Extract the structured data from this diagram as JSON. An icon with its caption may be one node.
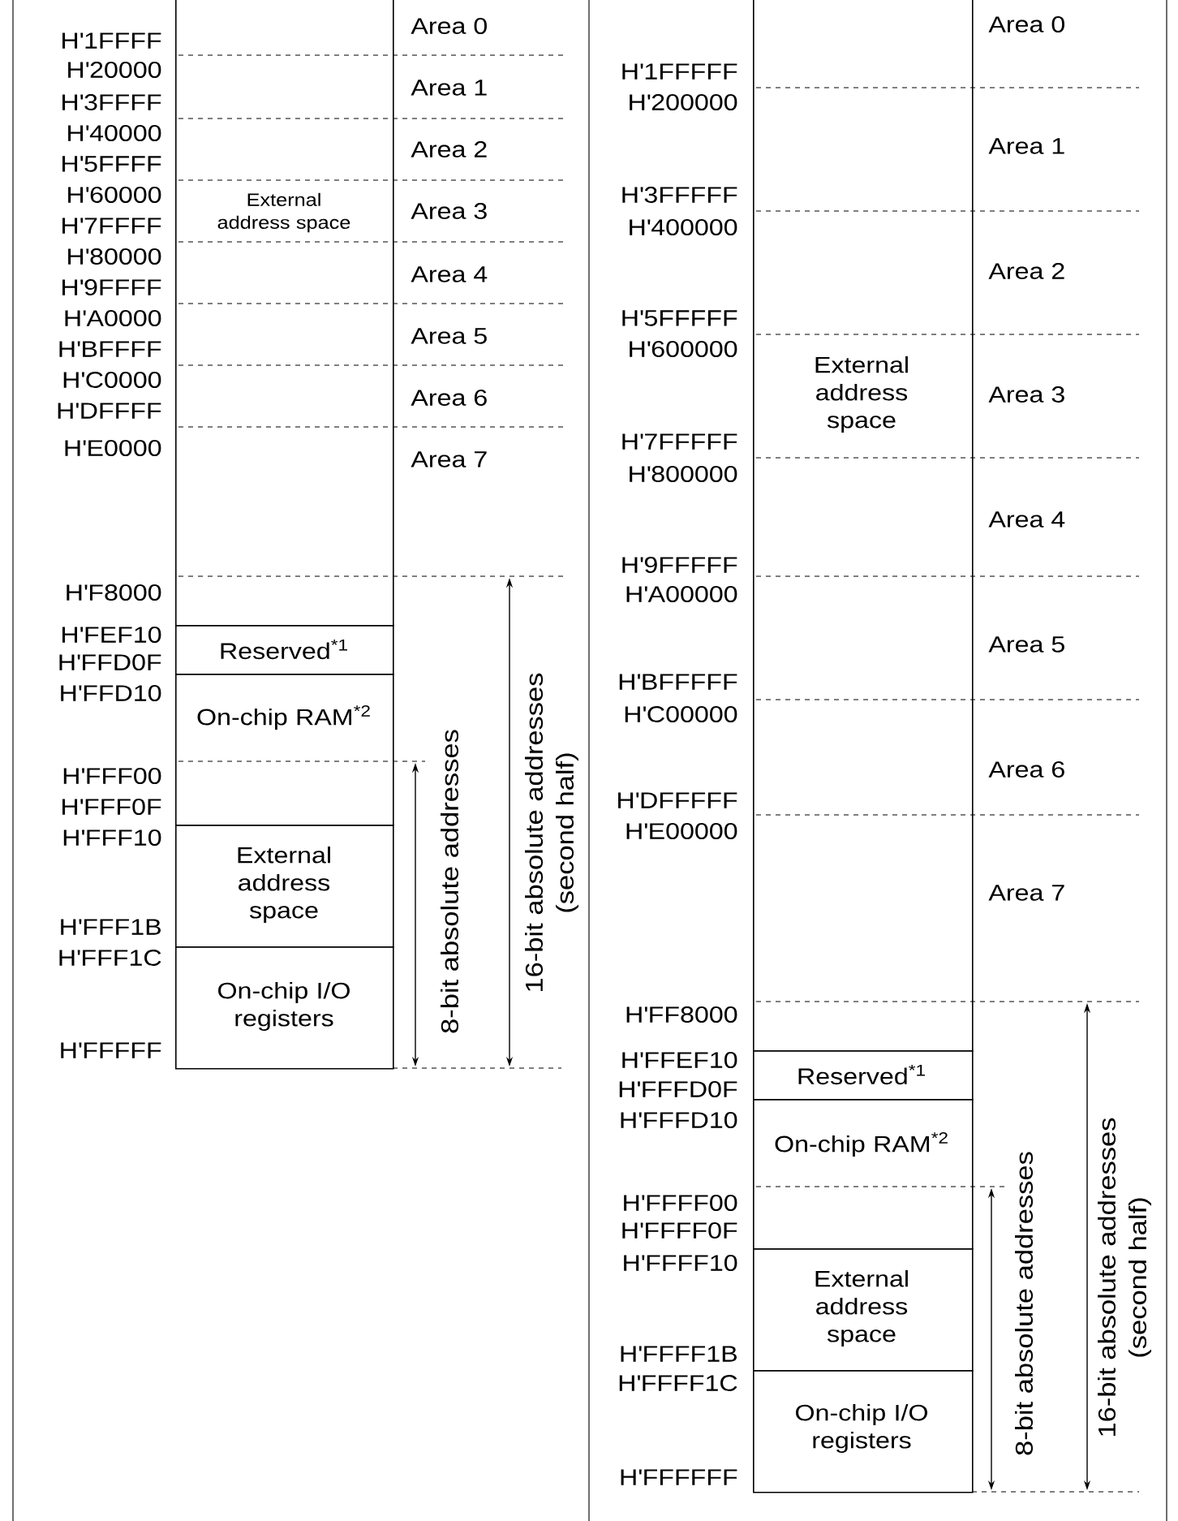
{
  "diagram": {
    "nodes": [
      {
        "text": [
          "External address space"
        ]
      },
      {
        "text": [
          "Reserved$^{*1}$"
        ]
      },
      {
        "text": [
          "On-chip RAM$^{*2}$"
        ]
      },
      {
        "text": [
          "External address space"
        ]
      },
      {
        "text": [
          "On-chip I/O registers"
        ]
      },
      {
        "text": [
          "External address space"
        ]
      },
      {
        "text": [
          "Reserved$^{*1}$"
        ]
      },
      {
        "text": [
          "On-chip RAM$^{*2}$"
        ]
      },
      {
        "text": [
          "External address space"
        ]
      },
      {
        "text": [
          "On-chip I/O registers"
        ]
      }
    ],
    "labels": [
      "H'1FFFF",
      "H'20000",
      "H'3FFFF",
      "H'40000",
      "H'5FFFF",
      "H'60000",
      "H'7FFFF",
      "H'80000",
      "H'9FFFF",
      "H'A0000",
      "H'BFFFF",
      "H'C0000",
      "H'DFFFF",
      "H'E0000",
      "H'F8000",
      "H'FEF10",
      "H'FFD0F",
      "H'FFD10",
      "H'FFF00",
      "H'FFF0F",
      "H'FFF10",
      "H'FFF1B",
      "H'FFF1C",
      "H'FFFFF",
      "Area 0",
      "Area 1",
      "Area 2",
      "Area 3",
      "Area 4",
      "Area 5",
      "Area 6",
      "Area 7",
      "8-bit absolute addresses",
      "16-bit absolute addresses (second half)",
      "H'1FFFFF",
      "H'200000",
      "H'3FFFFF",
      "H'400000",
      "H'5FFFFF",
      "H'600000",
      "H'7FFFFF",
      "H'800000",
      "H'9FFFFF",
      "H'A00000",
      "H'BFFFFF",
      "H'C00000",
      "H'DFFFFF",
      "H'E00000",
      "H'FF8000",
      "H'FFEF10",
      "H'FFFD0F",
      "H'FFFD10",
      "H'FFFF00",
      "H'FFFF0F",
      "H'FFFF10",
      "H'FFFF1B",
      "H'FFFF1C",
      "H'FFFFFF",
      "Area 0",
      "Area 1",
      "Area 2",
      "Area 3",
      "Area 4",
      "Area 5",
      "Area 6",
      "Area 7",
      "8-bit absolute addresses",
      "16-bit absolute addresses (second half)"
    ]
  }
}
